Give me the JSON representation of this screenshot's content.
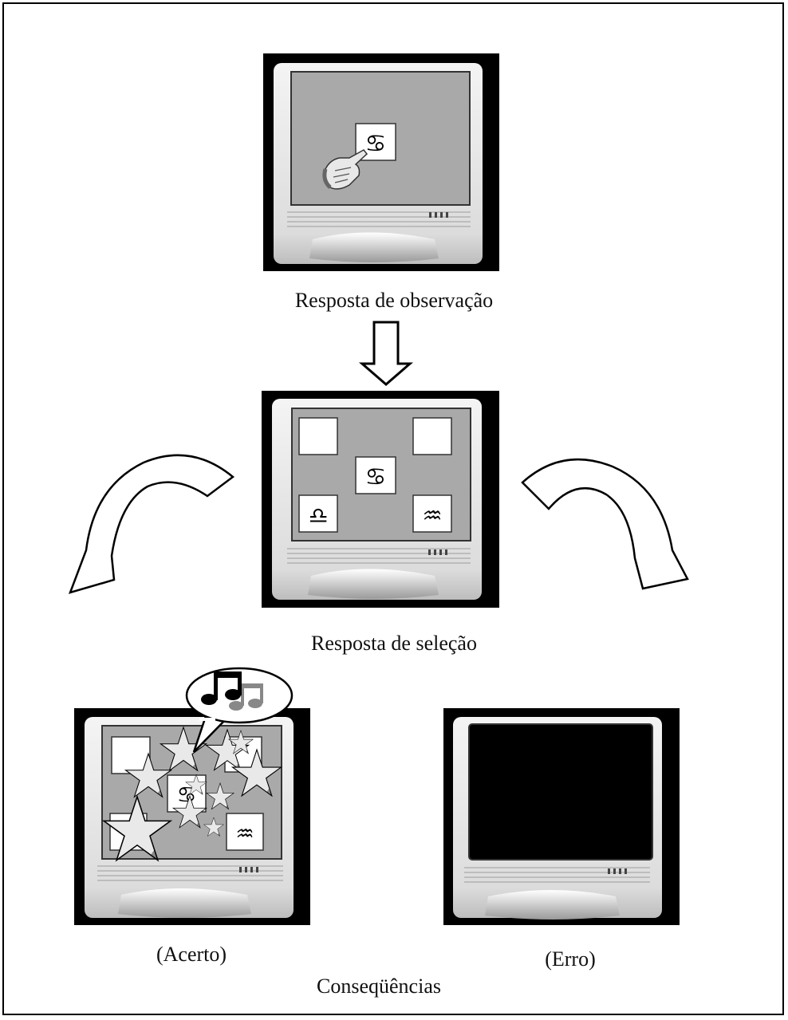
{
  "captions": {
    "observation": "Resposta de observação",
    "selection": "Resposta de seleção",
    "correct": "(Acerto)",
    "error": "(Erro)",
    "consequences": "Conseqüências"
  },
  "symbols": {
    "sample": "♋",
    "libra": "♎",
    "aquarius": "♒",
    "music": "♫"
  },
  "colors": {
    "screen_gray": "#a9a9a9",
    "monitor_light": "#f0f0f0",
    "monitor_dark": "#000000",
    "error_screen": "#000000"
  }
}
